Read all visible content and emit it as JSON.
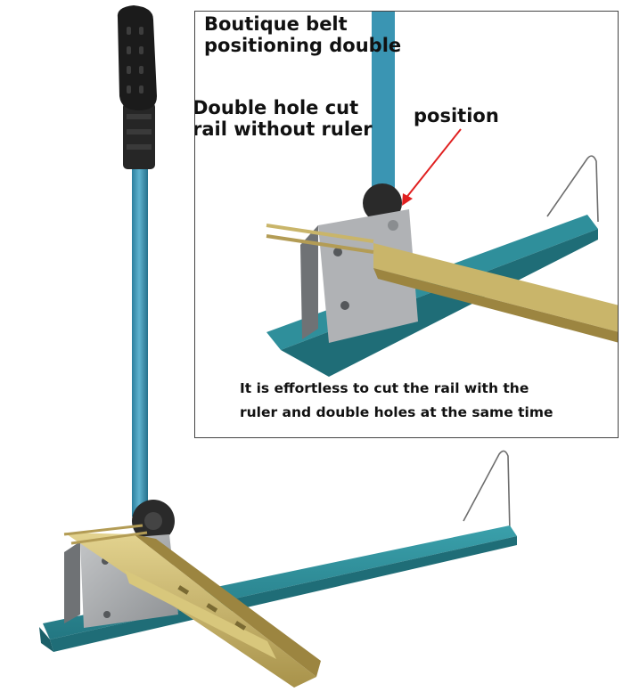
{
  "colors": {
    "background": "#ffffff",
    "base_teal": "#2f8f9b",
    "base_teal_dark": "#1f6d77",
    "handle_blue": "#3a95b3",
    "grip_black": "#1b1b1b",
    "block_steel": "#a8aaad",
    "rail_brass": "#c9b56a",
    "arrow_red": "#e02020",
    "frame_border": "#444444"
  },
  "icons": {
    "pointer": "red-arrow-icon",
    "handle": "cutter-handle-icon",
    "guide": "wire-guide-icon"
  },
  "inset": {
    "title_line1": "Boutique belt",
    "title_line2": "positioning double",
    "callout_line1": "Double hole cut",
    "callout_line2": "rail without ruler",
    "position_label": "position",
    "caption_line1": "It is effortless to cut the rail with the",
    "caption_line2": "ruler and double holes at the same time"
  }
}
